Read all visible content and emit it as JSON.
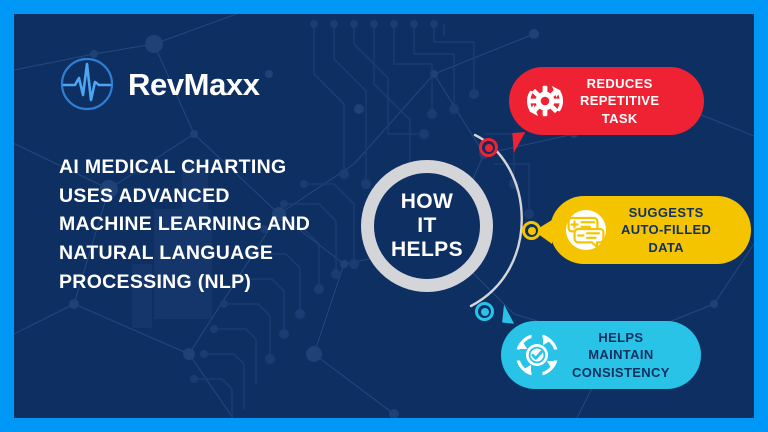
{
  "brand": {
    "name": "RevMaxx",
    "logo_icon": "heartbeat-pulse-circle-icon"
  },
  "theme": {
    "border": "#0098f7",
    "panel_background": "#0e2f62",
    "ring": "#d3d5d8",
    "red": "#ee2233",
    "yellow": "#f5c400",
    "cyan": "#29c3e8",
    "text_light": "#ffffff",
    "text_dark": "#10305f"
  },
  "headline": {
    "text": "AI MEDICAL CHARTING USES ADVANCED MACHINE LEARNING AND NATURAL LANGUAGE PROCESSING (NLP)"
  },
  "center": {
    "line1": "HOW",
    "line2": "IT",
    "line3": "HELPS"
  },
  "callouts": [
    {
      "id": "reduces-repetitive-task",
      "label": "REDUCES\nREPETITIVE\nTASK",
      "color": "#ee2233",
      "text_color": "#ffffff",
      "icon": "gear-refresh-icon",
      "node_color": "#ee2233"
    },
    {
      "id": "suggests-auto-filled-data",
      "label": "SUGGESTS\nAUTO-FILLED\nDATA",
      "color": "#f5c400",
      "text_color": "#10305f",
      "icon": "chat-bubbles-autofill-icon",
      "node_color": "#f5c400"
    },
    {
      "id": "helps-maintain-consistency",
      "label": "HELPS\nMAINTAIN\nCONSISTENCY",
      "color": "#29c3e8",
      "text_color": "#10305f",
      "icon": "check-circular-arrows-icon",
      "node_color": "#29c3e8"
    }
  ]
}
